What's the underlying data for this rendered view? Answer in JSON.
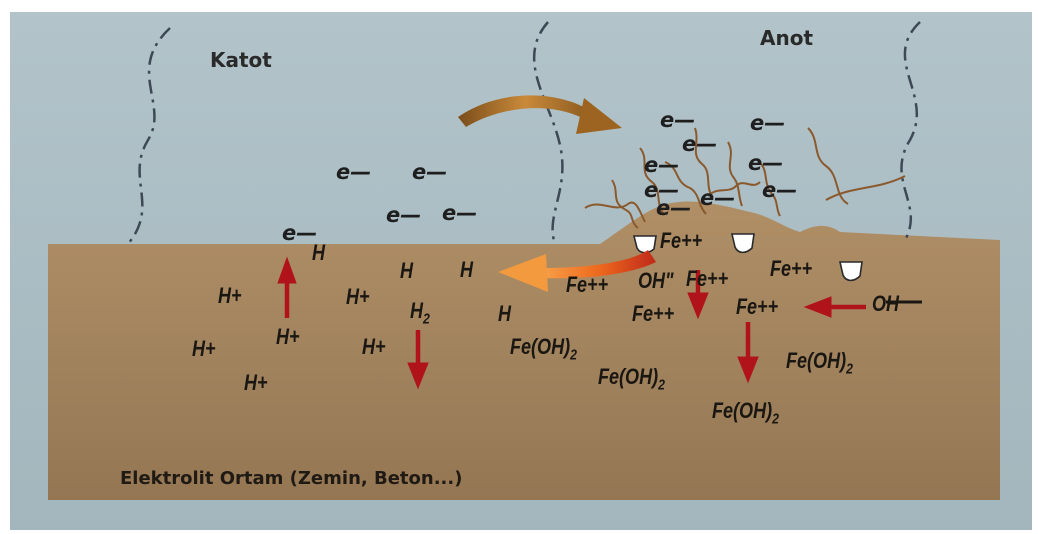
{
  "labels": {
    "cathode": "Katot",
    "anode": "Anot",
    "electrolyte": "Elektrolit Ortam (Zemin, Beton...)"
  },
  "electron": "e—",
  "ions": {
    "h_plus": "H+",
    "h": "H",
    "h2_base": "H",
    "h2_sub": "2",
    "fe2": "Fe++",
    "oh_anode": "OH\"",
    "oh_right": "OH",
    "feoh2_base": "Fe(OH)",
    "feoh2_sub": "2"
  },
  "colors": {
    "background": "#ffffff",
    "air": "#a9bcc3",
    "soil": "#a4855f",
    "arrow_red": "#b0141a",
    "arrow_orange": "#e8701c",
    "arrow_bronze": "#a46a22",
    "rust_fibers": "#8a5a2e"
  }
}
